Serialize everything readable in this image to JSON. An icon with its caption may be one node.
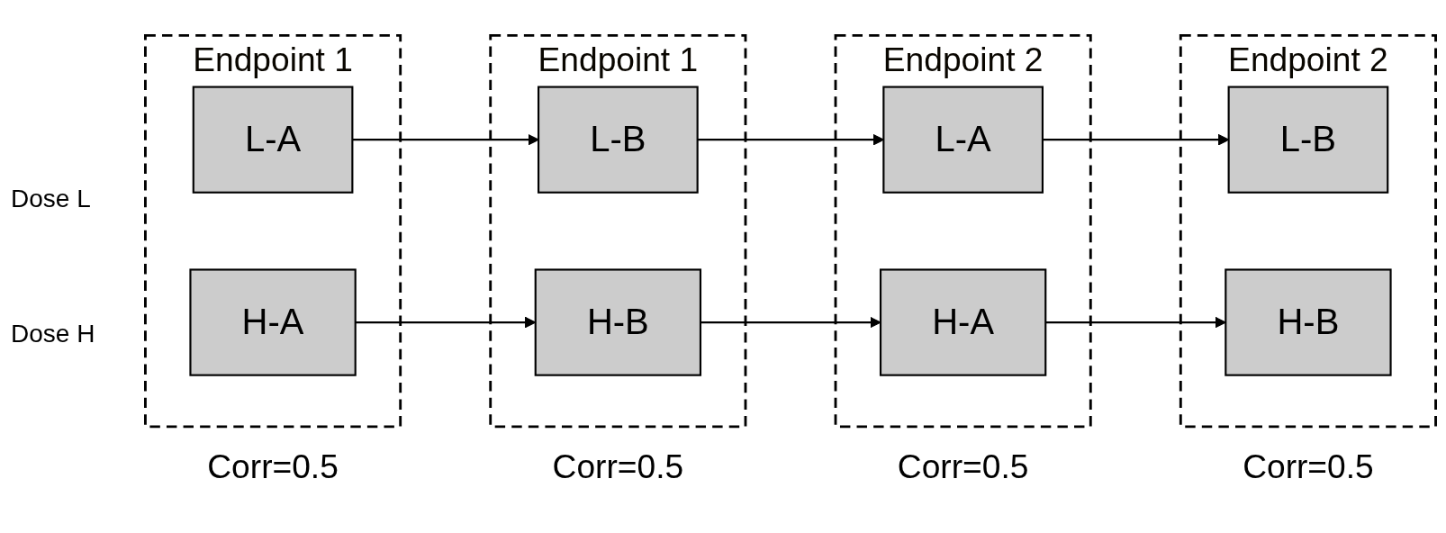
{
  "diagram": {
    "nodes": [
      {
        "text": [
          "Endpoint 1"
        ],
        "beside": [
          "Corr=0.5"
        ]
      },
      {
        "text": [
          "L-A"
        ],
        "in": 0
      },
      {
        "text": [
          "H-A"
        ],
        "in": 0
      },
      {
        "text": [
          "Endpoint 1"
        ],
        "beside": [
          "Corr=0.5"
        ]
      },
      {
        "text": [
          "L-B"
        ],
        "in": 3
      },
      {
        "text": [
          "H-B"
        ],
        "in": 3
      },
      {
        "text": [
          "Endpoint 2"
        ],
        "beside": [
          "Corr=0.5"
        ]
      },
      {
        "text": [
          "L-A"
        ],
        "in": 6
      },
      {
        "text": [
          "H-A"
        ],
        "in": 6
      },
      {
        "text": [
          "Endpoint 2"
        ],
        "beside": [
          "Corr=0.5"
        ]
      },
      {
        "text": [
          "L-B"
        ],
        "in": 9
      },
      {
        "text": [
          "H-B"
        ],
        "in": 9
      }
    ],
    "edges": [
      {
        "from": 1,
        "to": 4,
        "arrow": "to"
      },
      {
        "from": 4,
        "to": 7,
        "arrow": "to"
      },
      {
        "from": 7,
        "to": 10,
        "arrow": "to"
      },
      {
        "from": 2,
        "to": 5,
        "arrow": "to"
      },
      {
        "from": 5,
        "to": 8,
        "arrow": "to"
      },
      {
        "from": 8,
        "to": 11,
        "arrow": "to"
      }
    ],
    "labels": [
      "Dose L",
      "Dose H"
    ]
  }
}
